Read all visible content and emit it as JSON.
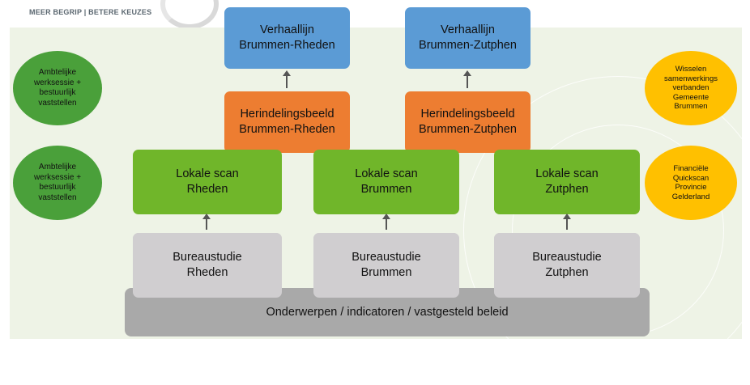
{
  "header": {
    "tagline": "MEER BEGRIP | BETERE KEUZES"
  },
  "top": [
    {
      "label": "Verhaallijn\nBrummen-Rheden"
    },
    {
      "label": "Verhaallijn\nBrummen-Zutphen"
    }
  ],
  "herindeling": [
    {
      "label": "Herindelingsbeeld\nBrummen-Rheden"
    },
    {
      "label": "Herindelingsbeeld\nBrummen-Zutphen"
    }
  ],
  "lokale_scans": [
    {
      "label": "Lokale scan\nRheden"
    },
    {
      "label": "Lokale scan\nBrummen"
    },
    {
      "label": "Lokale scan\nZutphen"
    }
  ],
  "bureaustudies": [
    {
      "label": "Bureaustudie\nRheden"
    },
    {
      "label": "Bureaustudie\nBrummen"
    },
    {
      "label": "Bureaustudie\nZutphen"
    }
  ],
  "base": {
    "label": "Onderwerpen / indicatoren / vastgesteld beleid"
  },
  "left_ellipses": [
    {
      "label": "Ambtelijke\nwerksessie +\nbestuurlijk\nvaststellen"
    },
    {
      "label": "Ambtelijke\nwerksessie +\nbestuurlijk\nvaststellen"
    }
  ],
  "right_ellipses": [
    {
      "label": "Wisselen\nsamenwerkings\nverbanden\nGemeente\nBrummen"
    },
    {
      "label": "Financiële\nQuickscan\nProvincie\nGelderland"
    }
  ],
  "colors": {
    "blue": "#5b9bd5",
    "orange": "#ed7d31",
    "green": "#70b62a",
    "grey": "#d0ced0",
    "base": "#a9a9a9",
    "ellipse_green": "#4aa03a",
    "ellipse_yellow": "#ffc000"
  }
}
